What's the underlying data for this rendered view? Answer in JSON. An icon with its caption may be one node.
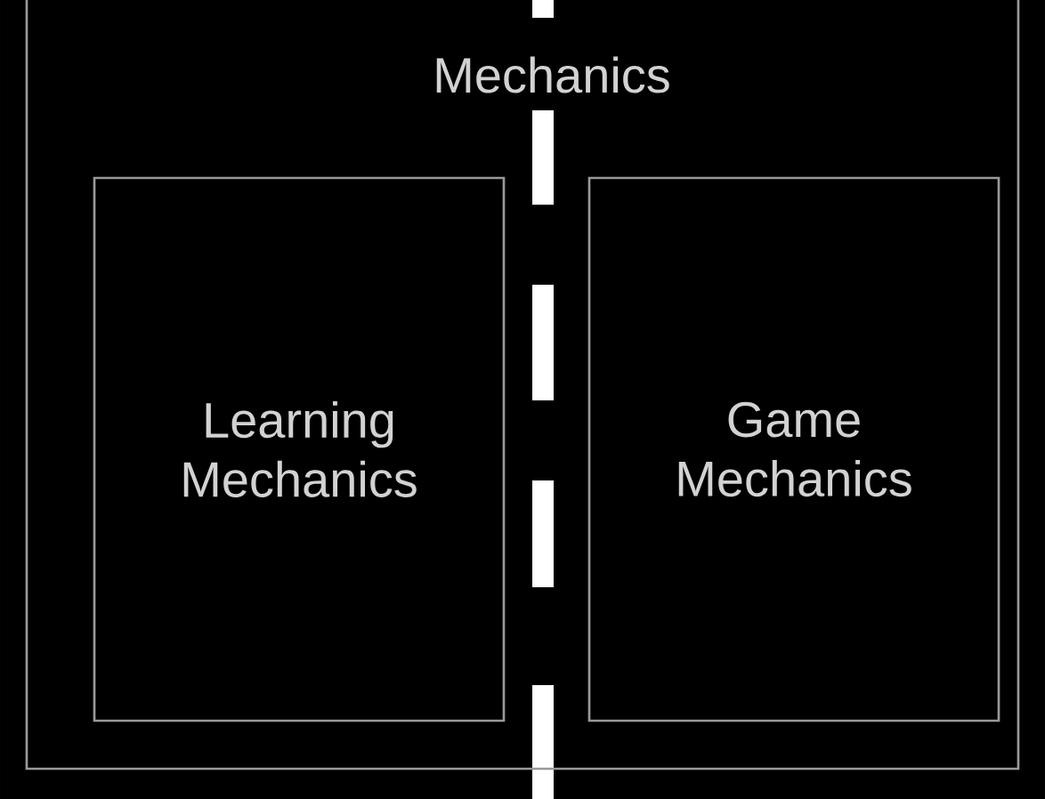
{
  "diagram": {
    "nodes": [
      {
        "text": [
          "Mechanics"
        ]
      },
      {
        "text": [
          "Learning Mechanics"
        ],
        "in": 0
      },
      {
        "text": [
          "Game Mechanics"
        ],
        "in": 0
      }
    ]
  }
}
